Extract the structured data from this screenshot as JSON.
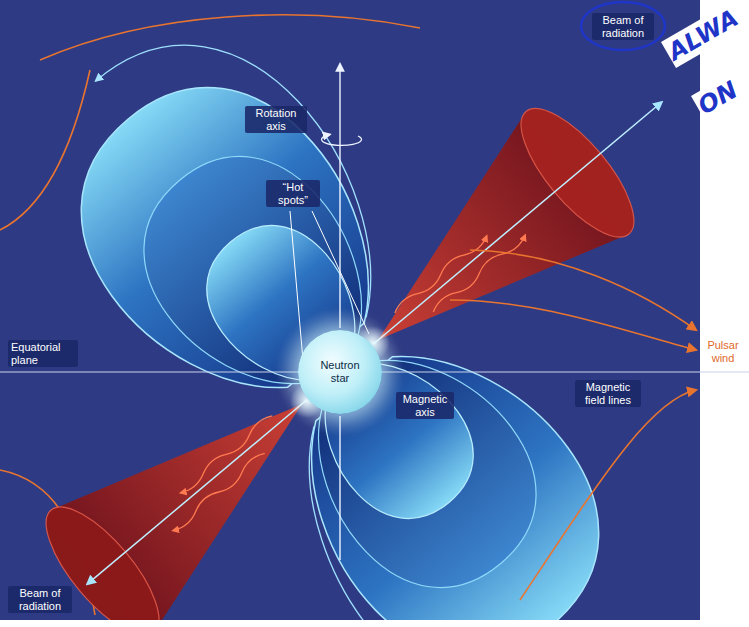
{
  "diagram": {
    "nodes": [
      {
        "text": [
          "Neutron star"
        ]
      }
    ],
    "labels": [
      "Beam of radiation",
      "ALWA",
      "ON",
      "Rotation axis",
      "“Hot spots”",
      "Equatorial plane",
      "Magnetic axis",
      "Pulsar wind",
      "Magnetic field lines",
      "Beam of radiation"
    ]
  }
}
